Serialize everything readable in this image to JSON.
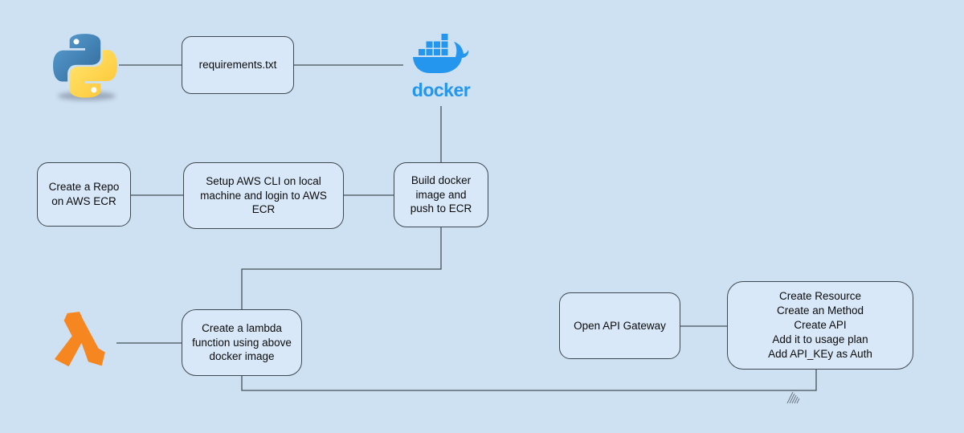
{
  "diagram": {
    "background_color": "#cee1f2",
    "node_fill_color": "#d9e8f8",
    "node_border_color": "#3e4850",
    "connector_color": "#46505a"
  },
  "icons": {
    "python_logo": "python-two-snakes-logo",
    "docker_logo": "docker-whale-with-containers",
    "lambda_logo": "aws-lambda-symbol",
    "hatch": "diagonal-hatch-mark"
  },
  "docker": {
    "wordmark": "docker",
    "brand_color": "#2496ED"
  },
  "lambda": {
    "brand_color": "#F6861F"
  },
  "nodes": {
    "requirements": {
      "label": "requirements.txt"
    },
    "create_repo": {
      "label": "Create a Repo\non AWS ECR"
    },
    "setup_cli": {
      "label": "Setup AWS CLI on local\nmachine and login to AWS\nECR"
    },
    "build_docker": {
      "label": "Build docker\nimage and\npush to ECR"
    },
    "create_lambda": {
      "label": "Create a lambda\nfunction using above\ndocker image"
    },
    "open_api_gateway": {
      "label": "Open API Gateway"
    },
    "api_setup": {
      "label": "Create Resource\nCreate an Method\nCreate API\nAdd it to usage plan\nAdd API_KEy as Auth"
    }
  }
}
